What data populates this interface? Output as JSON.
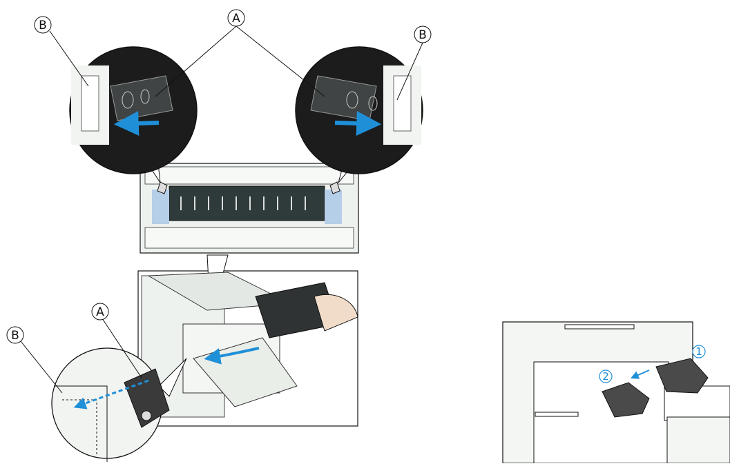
{
  "labels": {
    "a_top": "A",
    "b_top_left": "B",
    "b_top_right": "B",
    "a_bottom": "A",
    "b_bottom": "B"
  },
  "steps": {
    "step1": "1",
    "step2": "2"
  },
  "colors": {
    "arrow_blue": "#1f8fd8",
    "outline": "#111111",
    "panel_gray": "#f1f4f1",
    "dark_part": "#3a3a3a"
  },
  "icons": {
    "label_marker": "circled-letter",
    "step_marker": "circled-number",
    "motion_arrow": "blue-arrow"
  }
}
